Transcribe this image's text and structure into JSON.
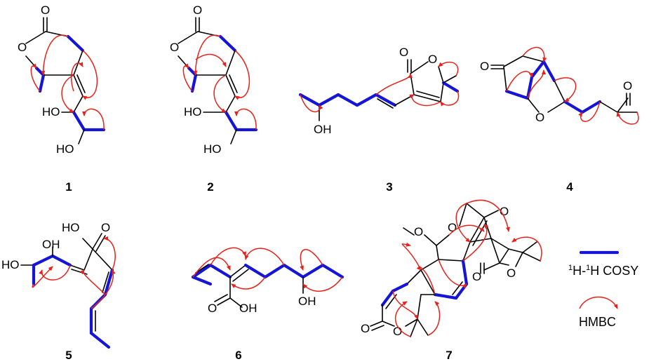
{
  "compounds": [
    {
      "id": "1"
    },
    {
      "id": "2"
    },
    {
      "id": "3"
    },
    {
      "id": "4"
    },
    {
      "id": "5"
    },
    {
      "id": "6"
    },
    {
      "id": "7"
    }
  ],
  "atom_labels": {
    "o": "O",
    "oh": "OH",
    "ho": "HO"
  },
  "legend": {
    "cosy_prefix": "1",
    "cosy_mid": "H-",
    "cosy_mid2": "1",
    "cosy_suffix": "H COSY",
    "hmbc": "HMBC"
  },
  "colors": {
    "cosy": "#1515d6",
    "hmbc": "#e8211a",
    "bond": "#000000"
  }
}
